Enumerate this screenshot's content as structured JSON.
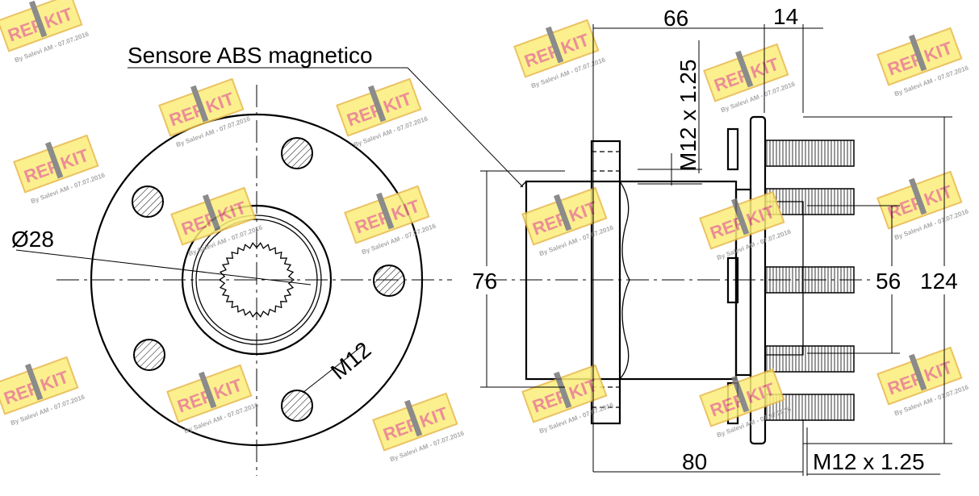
{
  "labels": {
    "abs_sensor": "Sensore ABS magnetico",
    "diameter": "Ø28",
    "bolt_thread": "M12",
    "dim_66": "66",
    "dim_14": "14",
    "dim_76": "76",
    "dim_56": "56",
    "dim_124": "124",
    "dim_80": "80",
    "thread_top": "M12 x 1.25",
    "thread_bottom": "M12 x 1.25"
  },
  "watermark": {
    "brand_left": "REP",
    "brand_right": "KIT",
    "byline": "By Salevi AM - 07.07.2016",
    "colors": {
      "box": "#fbee7a",
      "text": "#e87a86"
    }
  }
}
